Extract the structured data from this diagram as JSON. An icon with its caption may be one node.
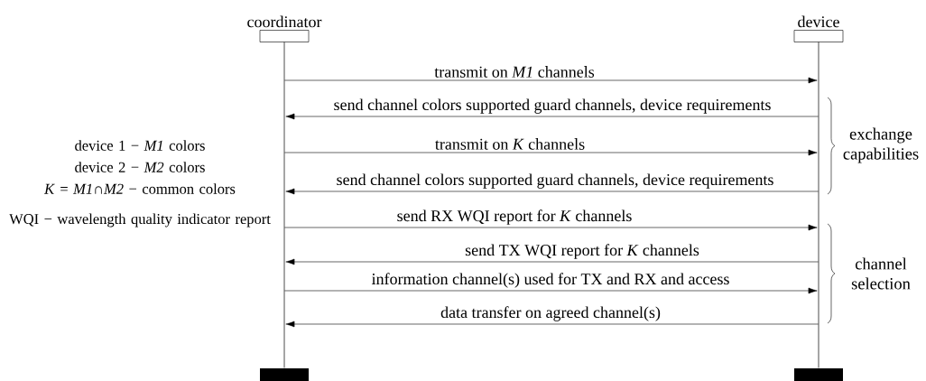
{
  "diagram": {
    "nodes": [
      {
        "text": [
          "coordinator"
        ]
      },
      {
        "text": [
          "device"
        ]
      },
      {
        "text": [],
        "shape": "bar"
      },
      {
        "text": [],
        "shape": "bar"
      },
      {
        "text": [],
        "shape": "bar"
      },
      {
        "text": [],
        "shape": "bar"
      }
    ],
    "edges": [
      {
        "from": 2,
        "to": 3,
        "arrow": "to",
        "label": "transmit on *M1* channels"
      },
      {
        "from": 3,
        "to": 2,
        "arrow": "to",
        "label": "send channel colors supported guard channels, device requirements"
      },
      {
        "from": 2,
        "to": 3,
        "arrow": "to",
        "label": "transmit on *K* channels"
      },
      {
        "from": 3,
        "to": 2,
        "arrow": "to",
        "label": "send channel colors supported guard channels, device requirements"
      },
      {
        "from": 2,
        "to": 3,
        "arrow": "to",
        "label": "send RX WQI report for *K* channels"
      },
      {
        "from": 3,
        "to": 2,
        "arrow": "to",
        "label": "send TX WQI report for *K* channels"
      },
      {
        "from": 2,
        "to": 3,
        "arrow": "to",
        "label": "information channel(s) used for TX and RX and access"
      },
      {
        "from": 3,
        "to": 2,
        "arrow": "to",
        "label": "data transfer on agreed channel(s)"
      }
    ],
    "labels": [
      "device 1 − *M1* colors",
      "device 2 − *M2* colors",
      "*K* = *M1*∩*M2* − common colors",
      "WQI − wavelength quality indicator report",
      "exchange capabilities",
      "channel selection"
    ]
  }
}
